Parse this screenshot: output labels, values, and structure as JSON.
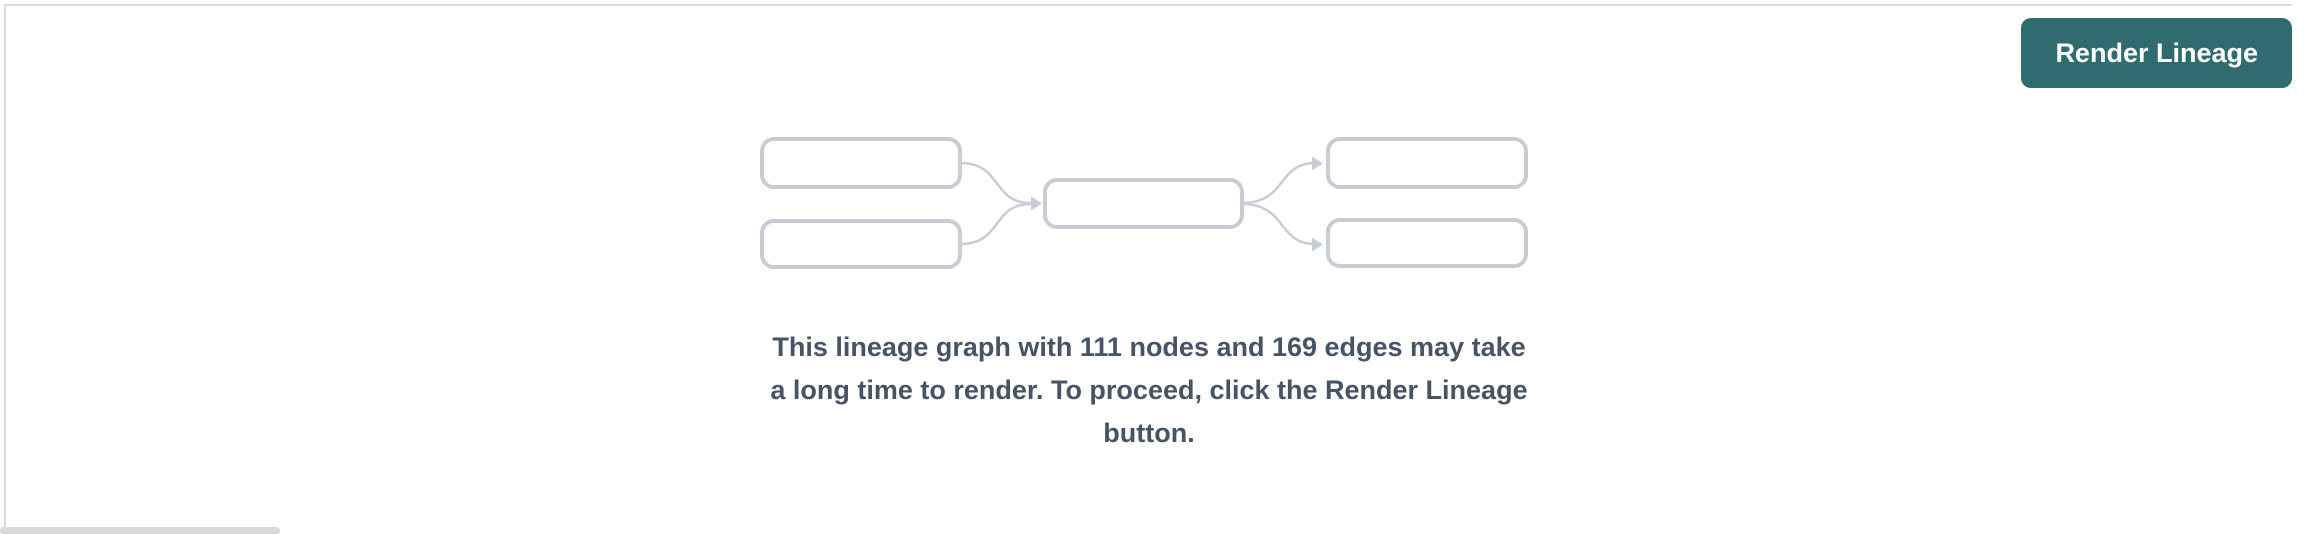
{
  "colors": {
    "accent_teal": "#2f6b6f",
    "border_gray": "#d9dadd",
    "diagram_stroke": "#c7ccd5",
    "message_text": "#475467",
    "scrollbar_gray": "#d9d9d9",
    "button_text": "#ffffff"
  },
  "toolbar": {
    "render_lineage_button": {
      "label": "Render Lineage"
    }
  },
  "empty_state": {
    "node_count": "111",
    "edge_count": "169",
    "message": "This lineage graph with 111 nodes and 169 edges may take a long time to render. To proceed, click the Render Lineage button.",
    "message_lines": [
      "This lineage graph with 111 nodes and 169 edges may take",
      "a long time to render. To proceed, click the Render Lineage",
      "button."
    ],
    "graphic": {
      "description": "lineage-placeholder-graphic",
      "node_boxes": 5,
      "edges": 4
    }
  }
}
